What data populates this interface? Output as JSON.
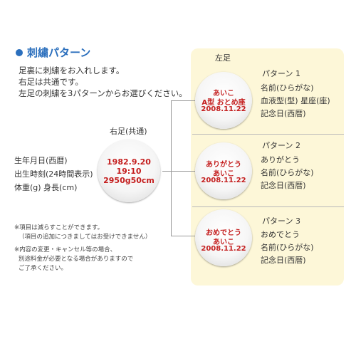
{
  "heading": "刺繍パターン",
  "intro": [
    "足裏に刺繍をお入れします。",
    "右足は共通です。",
    "左足の刺繍を3パターンからお選びください。"
  ],
  "right_foot": {
    "heading": "右足(共通)",
    "labels": [
      "生年月日(西暦)",
      "出生時刻(24時間表示)",
      "体重(g) 身長(cm)"
    ],
    "sample": [
      "1982.9.20",
      "19:10",
      "2950g50cm"
    ]
  },
  "notes": [
    "※項目は減らすことができます。",
    "（項目の追加につきましてはお受けできません）",
    "※内容の変更・キャンセル等の場合、",
    "別途料金が必要となる場合がありますので",
    "ご了承ください。"
  ],
  "left_foot": {
    "heading": "左足",
    "patterns": [
      {
        "title": "パターン 1",
        "sample": [
          "あいこ",
          "A型 おとめ座",
          "2008.11.22"
        ],
        "items": [
          "名前(ひらがな)",
          "血液型(型) 星座(座)",
          "記念日(西暦)"
        ]
      },
      {
        "title": "パターン 2",
        "sample": [
          "ありがとう",
          "あいこ",
          "2008.11.22"
        ],
        "items": [
          "ありがとう",
          "名前(ひらがな)",
          "記念日(西暦)"
        ]
      },
      {
        "title": "パターン 3",
        "sample": [
          "おめでとう",
          "あいこ",
          "2008.11.22"
        ],
        "items": [
          "おめでとう",
          "名前(ひらがな)",
          "記念日(西暦)"
        ]
      }
    ]
  },
  "colors": {
    "heading_blue": "#2b6fbd",
    "embroidery_red": "#c41e1e",
    "panel_yellow": "#fdf7d8"
  }
}
